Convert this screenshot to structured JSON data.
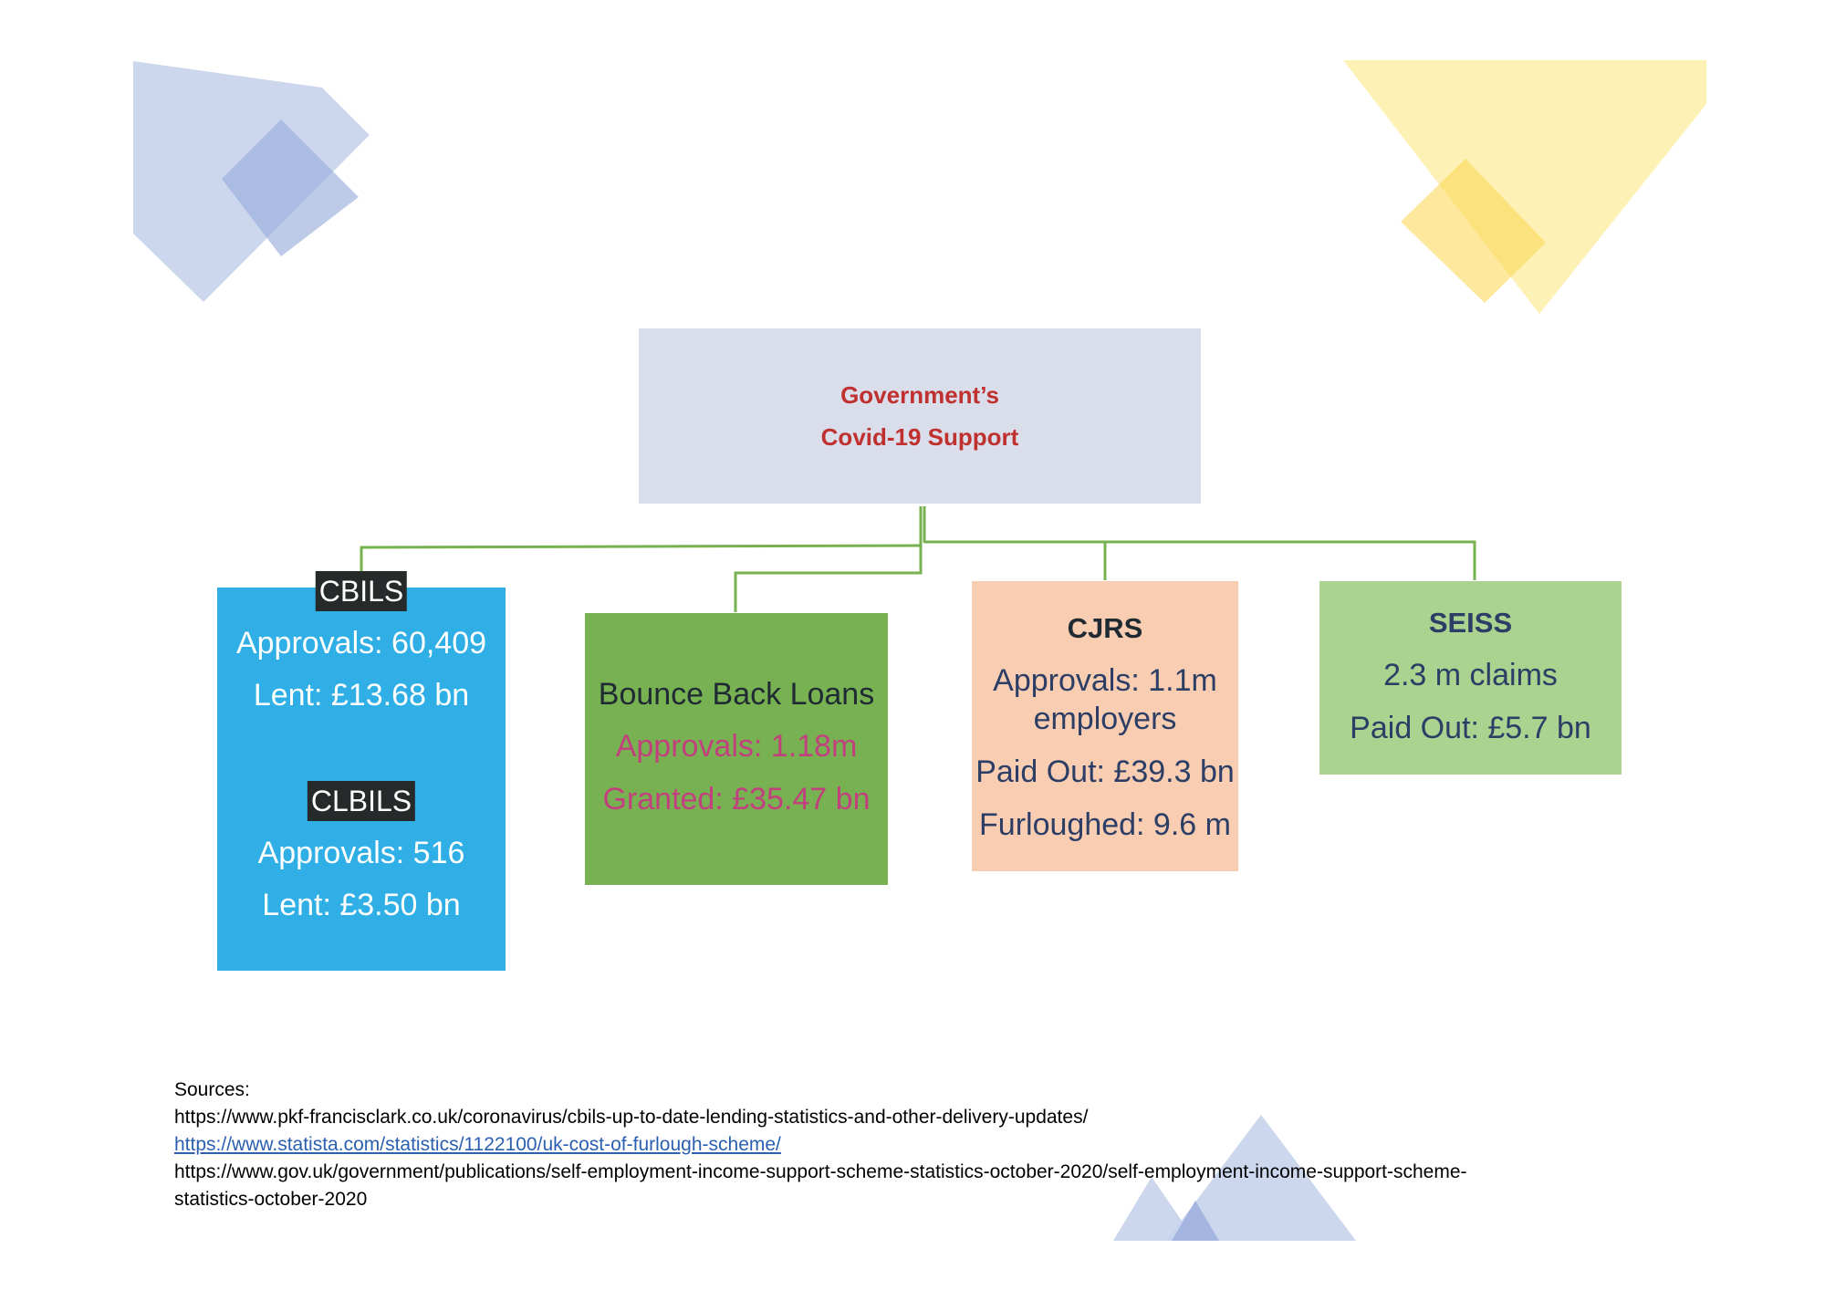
{
  "colors": {
    "connector": "#77b150",
    "root_bg": "#d9deea",
    "root_text": "#c0302f",
    "cbils_bg": "#2fafe5",
    "bbl_bg": "#78b152",
    "bbl_title": "#1f2a33",
    "bbl_accent": "#c1407d",
    "cjrs_bg": "#f8cdb1",
    "seiss_bg": "#a9d38f",
    "navy_text": "#2c3e66",
    "deco_blue": "#c7d3ec",
    "deco_yellow": "#fcec9c"
  },
  "root": {
    "line1": "Government’s",
    "line2": "Covid-19 Support"
  },
  "cbils": {
    "tag": "CBILS",
    "approvals": "Approvals: 60,409",
    "lent": "Lent: £13.68 bn",
    "tag2": "CLBILS",
    "approvals2": "Approvals: 516",
    "lent2": "Lent: £3.50 bn"
  },
  "bounce_back": {
    "title": "Bounce Back Loans",
    "approvals": "Approvals: 1.18m",
    "granted": "Granted: £35.47 bn"
  },
  "cjrs": {
    "title": "CJRS",
    "approvals": "Approvals: 1.1m",
    "approvals_cont": "employers",
    "paid_out": "Paid Out: £39.3 bn",
    "furloughed": "Furloughed: 9.6 m"
  },
  "seiss": {
    "title": "SEISS",
    "claims": "2.3 m claims",
    "paid_out": "Paid Out: £5.7 bn"
  },
  "sources": {
    "heading": "Sources:",
    "url1": "https://www.pkf-francisclark.co.uk/coronavirus/cbils-up-to-date-lending-statistics-and-other-delivery-updates/",
    "url2": "https://www.statista.com/statistics/1122100/uk-cost-of-furlough-scheme/",
    "url3_line1": "https://www.gov.uk/government/publications/self-employment-income-support-scheme-statistics-october-2020/self-employment-income-support-scheme-",
    "url3_line2": "statistics-october-2020"
  }
}
